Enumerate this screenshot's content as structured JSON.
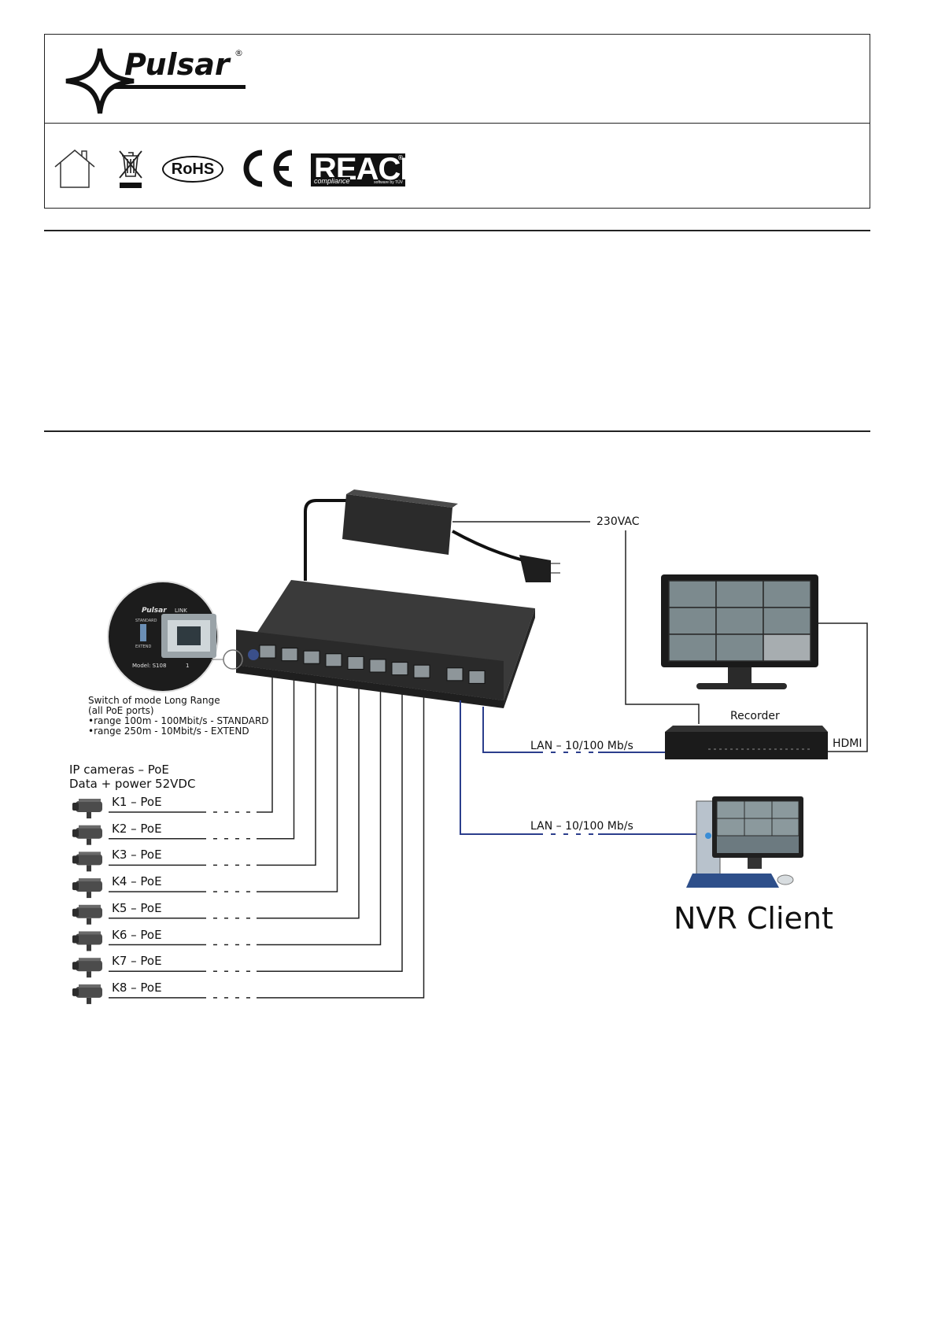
{
  "header": {
    "brand": "Pulsar",
    "registered_mark": "®"
  },
  "certifications": {
    "rohs": "RoHS",
    "ce": "CE",
    "reach_main": "REACH",
    "reach_sub": "compliance",
    "reach_registered": "®",
    "reach_small": "software by TÜV"
  },
  "diagram": {
    "power_label": "230VAC",
    "recorder_label": "Recorder",
    "hdmi_label": "HDMI",
    "lan_label_1": "LAN – 10/100 Mb/s",
    "lan_label_2": "LAN – 10/100 Mb/s",
    "nvr_label": "NVR Client",
    "inset": {
      "brand": "Pulsar",
      "link": "LINK",
      "standard": "STANDARD",
      "extend": "EXTEND",
      "model": "Model: S108",
      "port_number": "1"
    },
    "switch_note": {
      "line1": "Switch of mode Long Range",
      "line2": "(all PoE ports)",
      "line3": "•range 100m - 100Mbit/s - STANDARD",
      "line4": "•range 250m - 10Mbit/s - EXTEND"
    },
    "cameras_title": {
      "line1": "IP cameras – PoE",
      "line2": "Data + power 52VDC"
    },
    "cameras": [
      "K1 – PoE",
      "K2 – PoE",
      "K3 – PoE",
      "K4 – PoE",
      "K5 – PoE",
      "K6 – PoE",
      "K7 – PoE",
      "K8 – PoE"
    ]
  },
  "colors": {
    "lan_line": "#2b3e8c",
    "wire": "#222222"
  }
}
